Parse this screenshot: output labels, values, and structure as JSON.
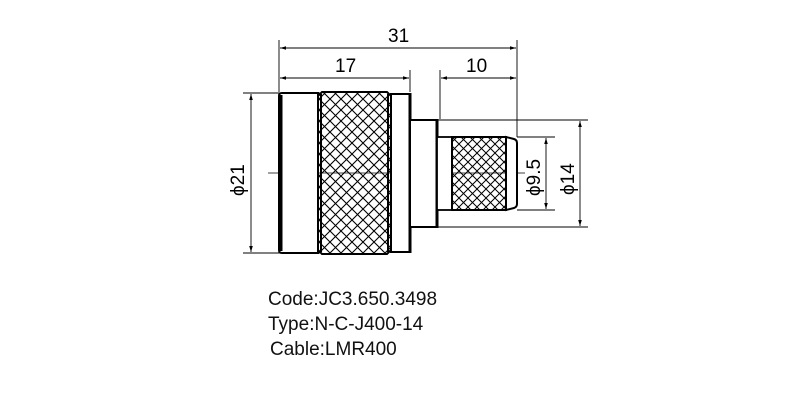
{
  "drawing": {
    "title": "N-type connector dimension drawing",
    "stroke_color": "#000000",
    "background": "#ffffff",
    "dimensions": {
      "overall_length": "31",
      "front_length": "17",
      "rear_length": "10",
      "front_diameter": "ϕ21",
      "rear_knurl_diameter": "ϕ9.5",
      "rear_diameter": "ϕ14"
    }
  },
  "info": {
    "code": "Code:JC3.650.3498",
    "type": "Type:N-C-J400-14",
    "cable": "Cable:LMR400"
  }
}
